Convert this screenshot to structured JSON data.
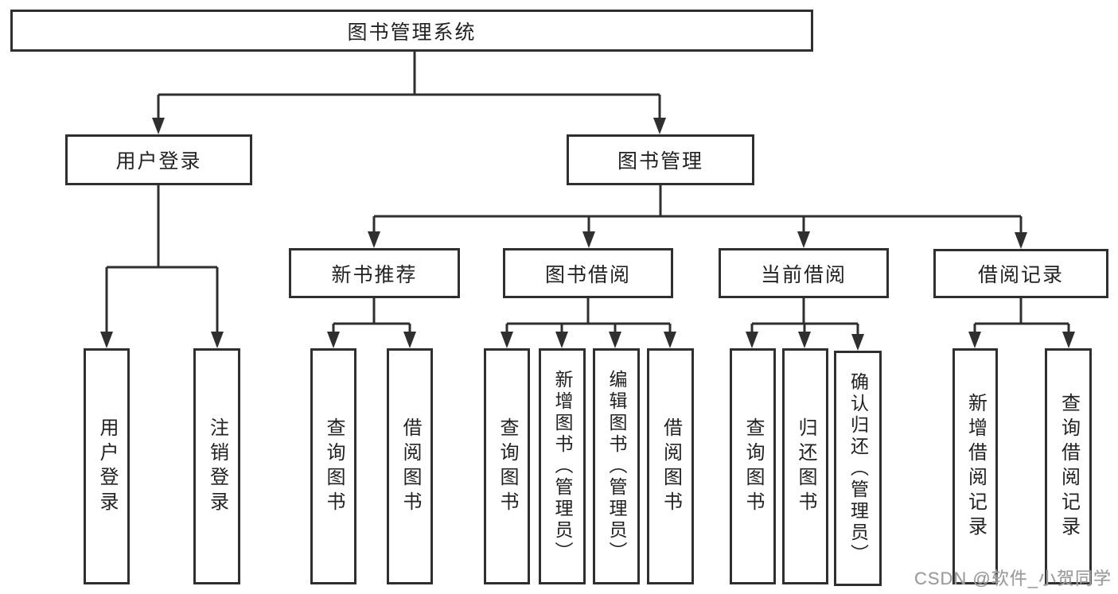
{
  "diagram": {
    "root": "图书管理系统",
    "level2": [
      {
        "label": "用户登录",
        "children": [
          "用户登录",
          "注销登录"
        ]
      },
      {
        "label": "图书管理",
        "children": [
          {
            "label": "新书推荐",
            "children": [
              "查询图书",
              "借阅图书"
            ]
          },
          {
            "label": "图书借阅",
            "children": [
              "查询图书",
              "新增图书（管理员）",
              "编辑图书（管理员）",
              "借阅图书"
            ]
          },
          {
            "label": "当前借阅",
            "children": [
              "查询图书",
              "归还图书",
              "确认归还（管理员）"
            ]
          },
          {
            "label": "借阅记录",
            "children": [
              "新增借阅记录",
              "查询借阅记录"
            ]
          }
        ]
      }
    ]
  },
  "watermark": "CSDN @软件_小贺同学",
  "colors": {
    "line": "#2f2f2f",
    "text": "#222222",
    "watermark": "#9b9b9b",
    "background": "#ffffff"
  }
}
